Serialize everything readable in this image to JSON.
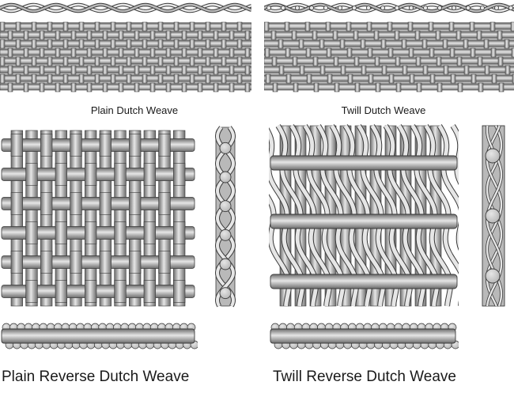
{
  "captions": {
    "plain_dutch": "Plain Dutch Weave",
    "twill_dutch": "Twill Dutch Weave",
    "plain_reverse": "Plain Reverse Dutch Weave",
    "twill_reverse": "Twill Reverse Dutch Weave"
  },
  "colors": {
    "wire_light": "#e6e6e6",
    "wire_mid": "#b9b9b9",
    "wire_dark": "#6c6c6c",
    "outline": "#3a3a3a",
    "background": "#ffffff"
  }
}
